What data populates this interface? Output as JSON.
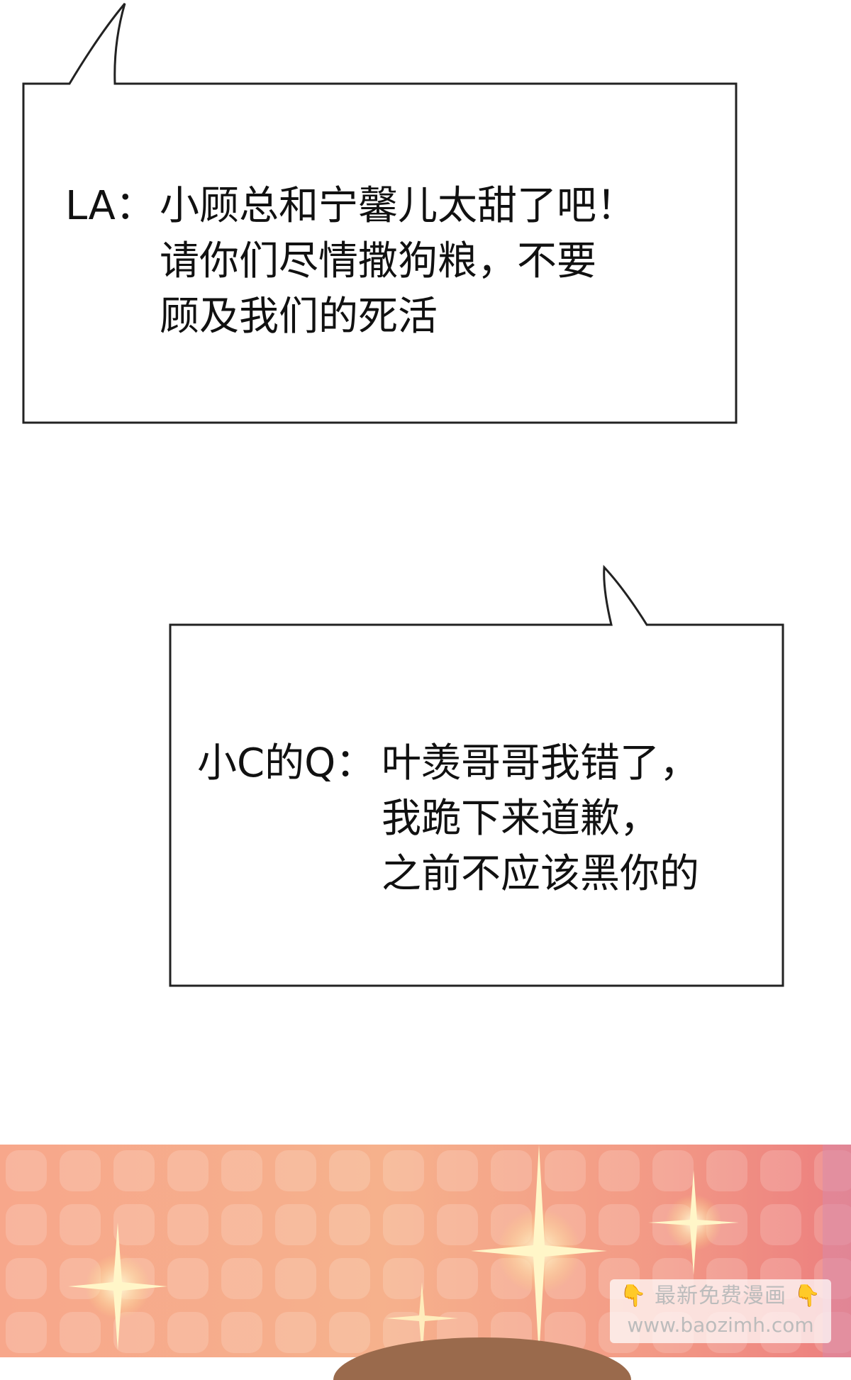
{
  "bubble1": {
    "speaker": "LA：",
    "lines": [
      "小顾总和宁馨儿太甜了吧！",
      "请你们尽情撒狗粮，不要",
      "顾及我们的死活"
    ]
  },
  "bubble2": {
    "speaker": "小C的Q：",
    "lines": [
      "叶羡哥哥我错了，",
      "我跪下来道歉，",
      "之前不应该黑你的"
    ]
  },
  "watermark": {
    "title": "最新免费漫画",
    "url": "www.baozimh.com",
    "hand_icon": "pointing-down-hand-icon"
  },
  "colors": {
    "bubble_border": "#222222",
    "panel_bg": "#f6ad8b",
    "sparkle": "#fff4b0"
  }
}
